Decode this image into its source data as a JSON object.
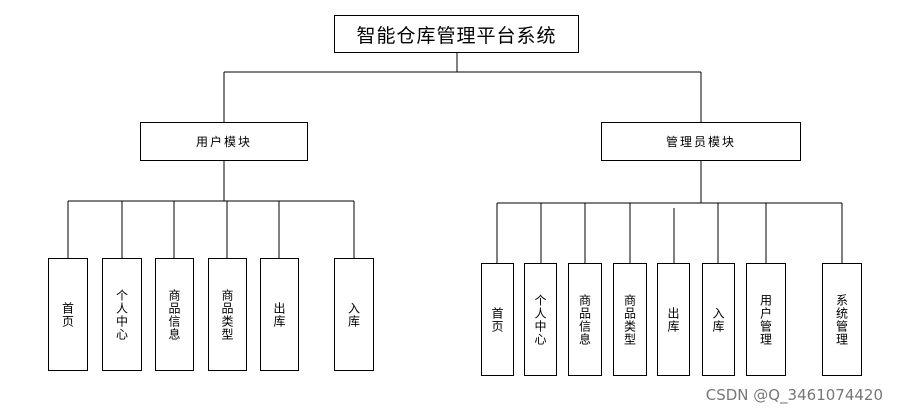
{
  "root": {
    "label": "智能仓库管理平台系统"
  },
  "user_module": {
    "label": "用户模块",
    "children": [
      "首页",
      "个人中心",
      "商品信息",
      "商品类型",
      "出库",
      "入库"
    ]
  },
  "admin_module": {
    "label": "管理员模块",
    "children": [
      "首页",
      "个人中心",
      "商品信息",
      "商品类型",
      "出库",
      "入库",
      "用户管理",
      "系统管理"
    ]
  },
  "watermark": "CSDN @Q_3461074420"
}
